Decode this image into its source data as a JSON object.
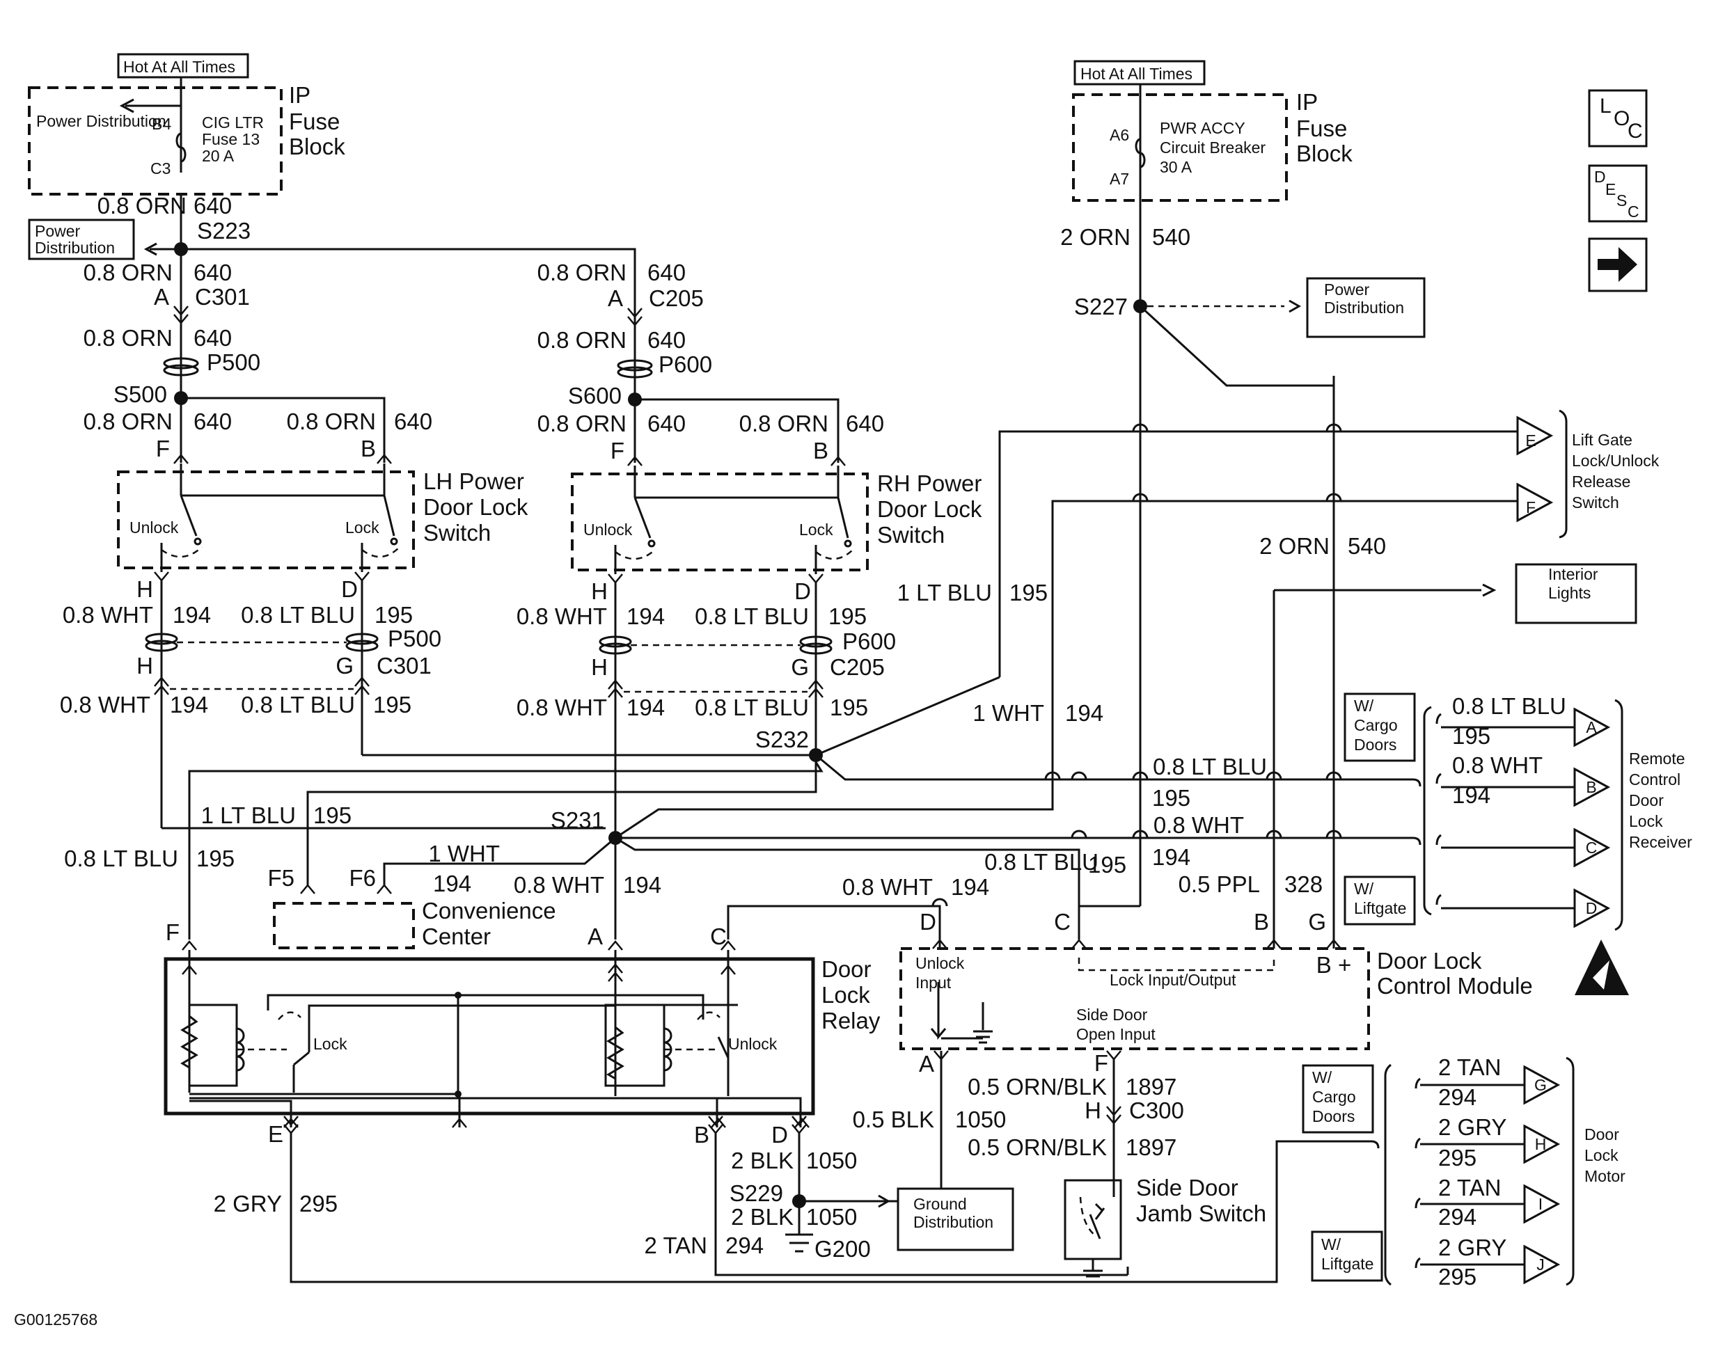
{
  "doc_code": "G00125768",
  "nav": {
    "loc": [
      "L",
      "O",
      "C"
    ],
    "desc": [
      "D",
      "E",
      "S",
      "C"
    ],
    "next_arrow": "right-arrow"
  },
  "left_fuse": {
    "hot": "Hot At All Times",
    "power_dist": "Power Distribution",
    "pins": [
      "B4",
      "C3"
    ],
    "fuse": [
      "CIG LTR",
      "Fuse 13",
      "20 A"
    ],
    "block": [
      "IP",
      "Fuse",
      "Block"
    ]
  },
  "right_fuse": {
    "hot": "Hot At All Times",
    "pins": [
      "A6",
      "A7"
    ],
    "breaker": [
      "PWR ACCY",
      "Circuit Breaker",
      "30 A"
    ],
    "block": [
      "IP",
      "Fuse",
      "Block"
    ]
  },
  "boxes": {
    "power_dist_box": [
      "Power",
      "Distribution"
    ],
    "power_dist_right": [
      "Power",
      "Distribution"
    ],
    "interior_lights": [
      "Interior",
      "Lights"
    ],
    "ground_dist": [
      "Ground",
      "Distribution"
    ],
    "w_cargo_1": [
      "W/",
      "Cargo",
      "Doors"
    ],
    "w_liftgate_1": [
      "W/",
      "Liftgate"
    ],
    "w_cargo_2": [
      "W/",
      "Cargo",
      "Doors"
    ],
    "w_liftgate_2": [
      "W/",
      "Liftgate"
    ]
  },
  "components": {
    "lh_switch": [
      "LH Power",
      "Door Lock",
      "Switch"
    ],
    "rh_switch": [
      "RH Power",
      "Door Lock",
      "Switch"
    ],
    "unlock": "Unlock",
    "lock": "Lock",
    "convenience": [
      "Convenience",
      "Center"
    ],
    "relay": [
      "Door",
      "Lock",
      "Relay"
    ],
    "module": [
      "Door Lock",
      "Control Module"
    ],
    "unlock_input": [
      "Unlock",
      "Input"
    ],
    "lock_io": "Lock Input/Output",
    "side_open": [
      "Side Door",
      "Open Input"
    ],
    "jamb": [
      "Side Door",
      "Jamb Switch"
    ],
    "liftgate_switch": [
      "Lift Gate",
      "Lock/Unlock",
      "Release",
      "Switch"
    ],
    "remote": [
      "Remote",
      "Control",
      "Door",
      "Lock",
      "Receiver"
    ],
    "motor": [
      "Door",
      "Lock",
      "Motor"
    ]
  },
  "labels": [
    [
      "0.8 ORN",
      268,
      307,
      "end"
    ],
    [
      "640",
      278,
      307,
      "start"
    ],
    [
      "S223",
      283,
      343,
      "start"
    ],
    [
      "0.8 ORN",
      248,
      403,
      "end"
    ],
    [
      "640",
      278,
      403,
      "start"
    ],
    [
      "A",
      243,
      438,
      "end"
    ],
    [
      "C301",
      280,
      438,
      "start"
    ],
    [
      "0.8 ORN",
      248,
      497,
      "end"
    ],
    [
      "640",
      278,
      497,
      "start"
    ],
    [
      "P500",
      297,
      532,
      "start"
    ],
    [
      "S500",
      240,
      578,
      "end"
    ],
    [
      "0.8 ORN",
      248,
      617,
      "end"
    ],
    [
      "640",
      278,
      617,
      "start"
    ],
    [
      "0.8 ORN",
      540,
      617,
      "end"
    ],
    [
      "640",
      566,
      617,
      "start"
    ],
    [
      "F",
      244,
      656,
      "end"
    ],
    [
      "B",
      540,
      656,
      "end"
    ],
    [
      "0.8 ORN",
      900,
      403,
      "end"
    ],
    [
      "640",
      930,
      403,
      "start"
    ],
    [
      "A",
      895,
      440,
      "end"
    ],
    [
      "C205",
      932,
      440,
      "start"
    ],
    [
      "0.8 ORN",
      900,
      500,
      "end"
    ],
    [
      "640",
      930,
      500,
      "start"
    ],
    [
      "P600",
      946,
      535,
      "start"
    ],
    [
      "S600",
      893,
      580,
      "end"
    ],
    [
      "0.8 ORN",
      900,
      620,
      "end"
    ],
    [
      "640",
      930,
      620,
      "start"
    ],
    [
      "0.8 ORN",
      1190,
      620,
      "end"
    ],
    [
      "640",
      1215,
      620,
      "start"
    ],
    [
      "F",
      897,
      659,
      "end"
    ],
    [
      "B",
      1190,
      659,
      "end"
    ],
    [
      "H",
      220,
      858,
      "end"
    ],
    [
      "D",
      514,
      858,
      "end"
    ],
    [
      "0.8 WHT",
      220,
      895,
      "end"
    ],
    [
      "194",
      248,
      895,
      "start"
    ],
    [
      "0.8 LT BLU",
      510,
      895,
      "end"
    ],
    [
      "195",
      538,
      895,
      "start"
    ],
    [
      "P500",
      557,
      929,
      "start"
    ],
    [
      "H",
      220,
      968,
      "end"
    ],
    [
      "G",
      508,
      968,
      "end"
    ],
    [
      "C301",
      541,
      968,
      "start"
    ],
    [
      "0.8 WHT",
      216,
      1024,
      "end"
    ],
    [
      "194",
      244,
      1024,
      "start"
    ],
    [
      "0.8 LT BLU",
      510,
      1024,
      "end"
    ],
    [
      "195",
      536,
      1024,
      "start"
    ],
    [
      "H",
      873,
      861,
      "end"
    ],
    [
      "D",
      1165,
      861,
      "end"
    ],
    [
      "0.8 WHT",
      872,
      897,
      "end"
    ],
    [
      "194",
      900,
      897,
      "start"
    ],
    [
      "0.8 LT BLU",
      1162,
      897,
      "end"
    ],
    [
      "195",
      1190,
      897,
      "start"
    ],
    [
      "P600",
      1210,
      933,
      "start"
    ],
    [
      "H",
      873,
      970,
      "end"
    ],
    [
      "G",
      1162,
      970,
      "end"
    ],
    [
      "C205",
      1192,
      970,
      "start"
    ],
    [
      "0.8 WHT",
      872,
      1028,
      "end"
    ],
    [
      "194",
      900,
      1028,
      "start"
    ],
    [
      "0.8 LT BLU",
      1162,
      1028,
      "end"
    ],
    [
      "195",
      1192,
      1028,
      "start"
    ],
    [
      "S232",
      1162,
      1074,
      "end"
    ],
    [
      "1 LT BLU",
      425,
      1183,
      "end"
    ],
    [
      "195",
      450,
      1183,
      "start"
    ],
    [
      "S231",
      868,
      1190,
      "end"
    ],
    [
      "0.8 LT BLU",
      256,
      1245,
      "end"
    ],
    [
      "195",
      282,
      1245,
      "start"
    ],
    [
      "F5",
      423,
      1273,
      "end"
    ],
    [
      "F6",
      540,
      1273,
      "end"
    ],
    [
      "1 WHT",
      718,
      1238,
      "end"
    ],
    [
      "194",
      622,
      1281,
      "start"
    ],
    [
      "0.8 WHT",
      868,
      1283,
      "end"
    ],
    [
      "194",
      895,
      1283,
      "start"
    ],
    [
      "F",
      258,
      1351,
      "end"
    ],
    [
      "A",
      866,
      1357,
      "end"
    ],
    [
      "C",
      1044,
      1357,
      "end"
    ],
    [
      "E",
      407,
      1641,
      "end"
    ],
    [
      "B",
      1019,
      1642,
      "end"
    ],
    [
      "D",
      1132,
      1642,
      "end"
    ],
    [
      "2 BLK",
      1140,
      1679,
      "end"
    ],
    [
      "1050",
      1158,
      1679,
      "start"
    ],
    [
      "S229",
      1125,
      1726,
      "end"
    ],
    [
      "2 BLK",
      1140,
      1760,
      "end"
    ],
    [
      "1050",
      1158,
      1760,
      "start"
    ],
    [
      "G200",
      1170,
      1806,
      "start"
    ],
    [
      "2 TAN",
      1016,
      1801,
      "end"
    ],
    [
      "294",
      1042,
      1801,
      "start"
    ],
    [
      "2 GRY",
      405,
      1741,
      "end"
    ],
    [
      "295",
      430,
      1741,
      "start"
    ],
    [
      "0.5 BLK",
      1342,
      1620,
      "end"
    ],
    [
      "1050",
      1372,
      1620,
      "start"
    ],
    [
      "A",
      1342,
      1540,
      "end"
    ],
    [
      "F",
      1592,
      1539,
      "end"
    ],
    [
      "0.5 ORN/BLK",
      1590,
      1573,
      "end"
    ],
    [
      "1897",
      1617,
      1573,
      "start"
    ],
    [
      "H",
      1582,
      1607,
      "end"
    ],
    [
      "C300",
      1622,
      1607,
      "start"
    ],
    [
      "0.5 ORN/BLK",
      1590,
      1660,
      "end"
    ],
    [
      "1897",
      1617,
      1660,
      "start"
    ],
    [
      "D",
      1345,
      1336,
      "end"
    ],
    [
      "C",
      1538,
      1336,
      "end"
    ],
    [
      "B",
      1823,
      1336,
      "end"
    ],
    [
      "G",
      1905,
      1336,
      "end"
    ],
    [
      "0.8 WHT",
      1340,
      1286,
      "end"
    ],
    [
      "194",
      1366,
      1286,
      "start"
    ],
    [
      "0.8 LT BLU",
      1578,
      1250,
      "end"
    ],
    [
      "195",
      1563,
      1254,
      "start"
    ],
    [
      "0.5 PPL",
      1810,
      1282,
      "end"
    ],
    [
      "328",
      1845,
      1282,
      "start"
    ],
    [
      "1 LT BLU",
      1425,
      863,
      "end"
    ],
    [
      "195",
      1450,
      863,
      "start"
    ],
    [
      "1 WHT",
      1500,
      1036,
      "end"
    ],
    [
      "194",
      1530,
      1036,
      "start"
    ],
    [
      "0.8 LT BLU",
      1820,
      1113,
      "end"
    ],
    [
      "195",
      1655,
      1158,
      "start"
    ],
    [
      "0.8 WHT",
      1787,
      1197,
      "end"
    ],
    [
      "194",
      1655,
      1243,
      "start"
    ],
    [
      "2 ORN",
      1624,
      352,
      "end"
    ],
    [
      "540",
      1655,
      352,
      "start"
    ],
    [
      "S227",
      1620,
      452,
      "end"
    ],
    [
      "2 ORN",
      1910,
      796,
      "end"
    ],
    [
      "540",
      1936,
      796,
      "start"
    ],
    [
      "0.8 LT BLU",
      2086,
      1026,
      "start"
    ],
    [
      "195",
      2086,
      1069,
      "start"
    ],
    [
      "0.8 WHT",
      2086,
      1111,
      "start"
    ],
    [
      "194",
      2086,
      1154,
      "start"
    ],
    [
      "2 TAN",
      2066,
      1545,
      "start"
    ],
    [
      "294",
      2066,
      1588,
      "start"
    ],
    [
      "2 GRY",
      2066,
      1631,
      "start"
    ],
    [
      "295",
      2066,
      1675,
      "start"
    ],
    [
      "2 TAN",
      2066,
      1718,
      "start"
    ],
    [
      "294",
      2066,
      1760,
      "start"
    ],
    [
      "2 GRY",
      2066,
      1804,
      "start"
    ],
    [
      "295",
      2066,
      1846,
      "start"
    ],
    [
      "B +",
      1916,
      1398,
      "middle"
    ]
  ],
  "pin_letters": [
    [
      "E",
      2199,
      633
    ],
    [
      "F",
      2199,
      729
    ],
    [
      "A",
      2286,
      1045
    ],
    [
      "B",
      2286,
      1131
    ],
    [
      "C",
      2286,
      1218
    ],
    [
      "D",
      2286,
      1305
    ],
    [
      "G",
      2213,
      1559
    ],
    [
      "H",
      2213,
      1644
    ],
    [
      "I",
      2213,
      1730
    ],
    [
      "J",
      2213,
      1817
    ]
  ]
}
